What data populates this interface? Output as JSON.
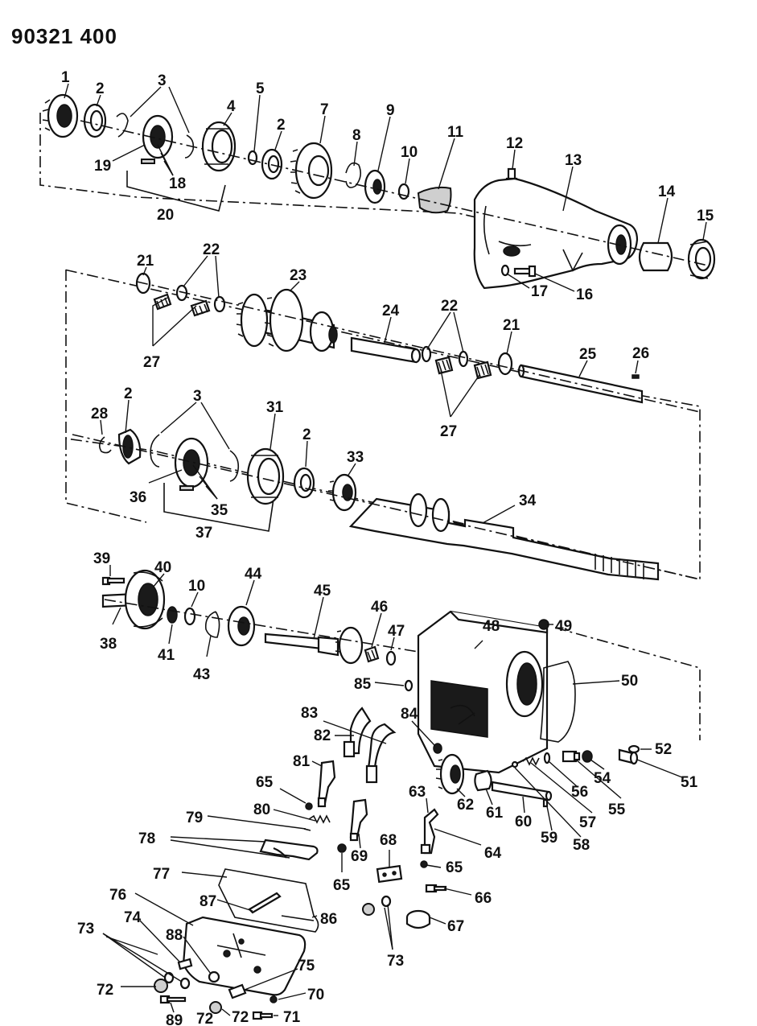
{
  "document": {
    "id": "90321 400"
  },
  "callouts": [
    {
      "key": "c1",
      "label": "1"
    },
    {
      "key": "c2a",
      "label": "2"
    },
    {
      "key": "c3a",
      "label": "3"
    },
    {
      "key": "c4",
      "label": "4"
    },
    {
      "key": "c5",
      "label": "5"
    },
    {
      "key": "c2b",
      "label": "2"
    },
    {
      "key": "c7",
      "label": "7"
    },
    {
      "key": "c8",
      "label": "8"
    },
    {
      "key": "c9",
      "label": "9"
    },
    {
      "key": "c10a",
      "label": "10"
    },
    {
      "key": "c11",
      "label": "11"
    },
    {
      "key": "c12",
      "label": "12"
    },
    {
      "key": "c13",
      "label": "13"
    },
    {
      "key": "c14",
      "label": "14"
    },
    {
      "key": "c15",
      "label": "15"
    },
    {
      "key": "c16",
      "label": "16"
    },
    {
      "key": "c17",
      "label": "17"
    },
    {
      "key": "c18",
      "label": "18"
    },
    {
      "key": "c19",
      "label": "19"
    },
    {
      "key": "c20",
      "label": "20"
    },
    {
      "key": "c21a",
      "label": "21"
    },
    {
      "key": "c22a",
      "label": "22"
    },
    {
      "key": "c23",
      "label": "23"
    },
    {
      "key": "c24",
      "label": "24"
    },
    {
      "key": "c22b",
      "label": "22"
    },
    {
      "key": "c21b",
      "label": "21"
    },
    {
      "key": "c25",
      "label": "25"
    },
    {
      "key": "c26",
      "label": "26"
    },
    {
      "key": "c27a",
      "label": "27"
    },
    {
      "key": "c27b",
      "label": "27"
    },
    {
      "key": "c28",
      "label": "28"
    },
    {
      "key": "c2c",
      "label": "2"
    },
    {
      "key": "c3b",
      "label": "3"
    },
    {
      "key": "c31",
      "label": "31"
    },
    {
      "key": "c2d",
      "label": "2"
    },
    {
      "key": "c33",
      "label": "33"
    },
    {
      "key": "c36",
      "label": "36"
    },
    {
      "key": "c35",
      "label": "35"
    },
    {
      "key": "c37",
      "label": "37"
    },
    {
      "key": "c34",
      "label": "34"
    },
    {
      "key": "c39",
      "label": "39"
    },
    {
      "key": "c40",
      "label": "40"
    },
    {
      "key": "c10b",
      "label": "10"
    },
    {
      "key": "c44",
      "label": "44"
    },
    {
      "key": "c45",
      "label": "45"
    },
    {
      "key": "c46",
      "label": "46"
    },
    {
      "key": "c47",
      "label": "47"
    },
    {
      "key": "c48",
      "label": "48"
    },
    {
      "key": "c49",
      "label": "49"
    },
    {
      "key": "c38",
      "label": "38"
    },
    {
      "key": "c41",
      "label": "41"
    },
    {
      "key": "c43",
      "label": "43"
    },
    {
      "key": "c85",
      "label": "85"
    },
    {
      "key": "c50",
      "label": "50"
    },
    {
      "key": "c83",
      "label": "83"
    },
    {
      "key": "c84",
      "label": "84"
    },
    {
      "key": "c82",
      "label": "82"
    },
    {
      "key": "c52",
      "label": "52"
    },
    {
      "key": "c81",
      "label": "81"
    },
    {
      "key": "c54",
      "label": "54"
    },
    {
      "key": "c51",
      "label": "51"
    },
    {
      "key": "c56",
      "label": "56"
    },
    {
      "key": "c55",
      "label": "55"
    },
    {
      "key": "c65a",
      "label": "65"
    },
    {
      "key": "c62",
      "label": "62"
    },
    {
      "key": "c61",
      "label": "61"
    },
    {
      "key": "c60",
      "label": "60"
    },
    {
      "key": "c57",
      "label": "57"
    },
    {
      "key": "c63",
      "label": "63"
    },
    {
      "key": "c79",
      "label": "79"
    },
    {
      "key": "c80",
      "label": "80"
    },
    {
      "key": "c59",
      "label": "59"
    },
    {
      "key": "c58",
      "label": "58"
    },
    {
      "key": "c69",
      "label": "69"
    },
    {
      "key": "c64",
      "label": "64"
    },
    {
      "key": "c78",
      "label": "78"
    },
    {
      "key": "c68",
      "label": "68"
    },
    {
      "key": "c65b",
      "label": "65"
    },
    {
      "key": "c65c",
      "label": "65"
    },
    {
      "key": "c77",
      "label": "77"
    },
    {
      "key": "c66",
      "label": "66"
    },
    {
      "key": "c76",
      "label": "76"
    },
    {
      "key": "c87",
      "label": "87"
    },
    {
      "key": "c86",
      "label": "86"
    },
    {
      "key": "c67",
      "label": "67"
    },
    {
      "key": "c73a",
      "label": "73"
    },
    {
      "key": "c74",
      "label": "74"
    },
    {
      "key": "c88",
      "label": "88"
    },
    {
      "key": "c72a",
      "label": "72"
    },
    {
      "key": "c73b",
      "label": "73"
    },
    {
      "key": "c75",
      "label": "75"
    },
    {
      "key": "c72b",
      "label": "72"
    },
    {
      "key": "c70",
      "label": "70"
    },
    {
      "key": "c89",
      "label": "89"
    },
    {
      "key": "c72c",
      "label": "72"
    },
    {
      "key": "c71",
      "label": "71"
    }
  ]
}
